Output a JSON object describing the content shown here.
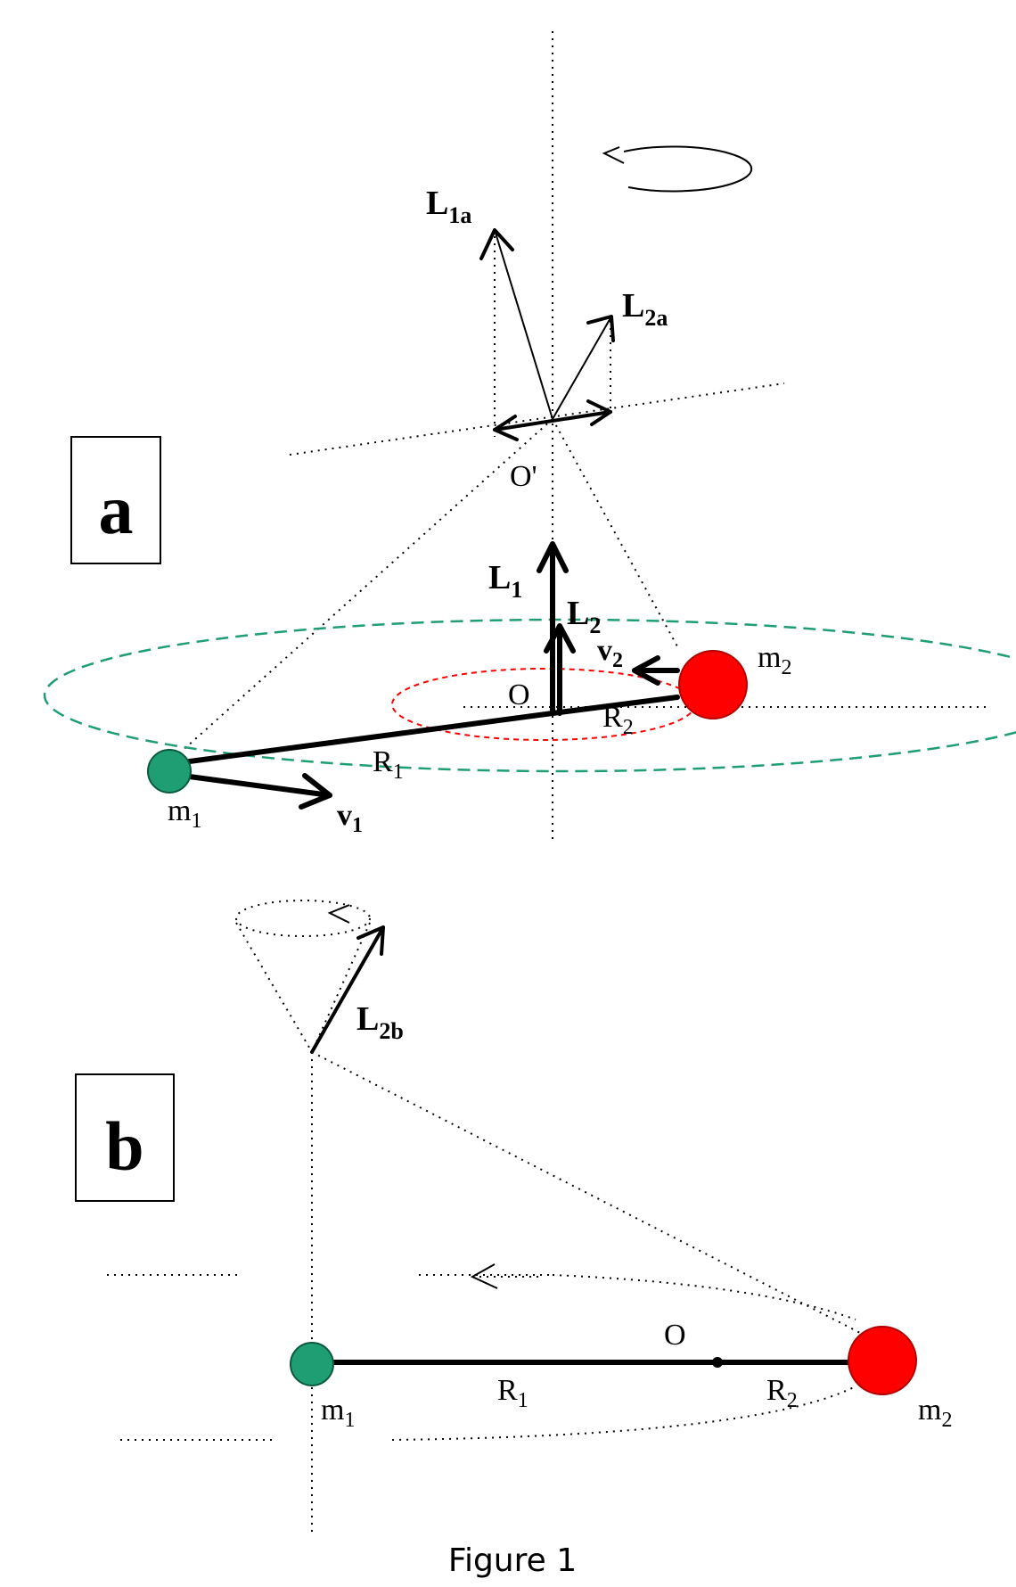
{
  "panel_a": {
    "box_label": "a",
    "labels": {
      "L1a_main": "L",
      "L1a_sub": "1a",
      "L2a_main": "L",
      "L2a_sub": "2a",
      "O_prime": "O'",
      "L1_main": "L",
      "L1_sub": "1",
      "L2_main": "L",
      "L2_sub": "2",
      "v2_main": "v",
      "v2_sub": "2",
      "m2_main": "m",
      "m2_sub": "2",
      "O": "O",
      "R2_main": "R",
      "R2_sub": "2",
      "R1_main": "R",
      "R1_sub": "1",
      "m1_main": "m",
      "m1_sub": "1",
      "v1_main": "v",
      "v1_sub": "1"
    }
  },
  "panel_b": {
    "box_label": "b",
    "labels": {
      "L2b_main": "L",
      "L2b_sub": "2b",
      "O": "O",
      "m1_main": "m",
      "m1_sub": "1",
      "R1_main": "R",
      "R1_sub": "1",
      "R2_main": "R",
      "R2_sub": "2",
      "m2_main": "m",
      "m2_sub": "2"
    }
  },
  "caption": "Figure 1",
  "colors": {
    "mass1": "#1f9e73",
    "mass2": "#ff0000",
    "orbit1": "#1f9e73",
    "orbit2": "#ff0000"
  }
}
